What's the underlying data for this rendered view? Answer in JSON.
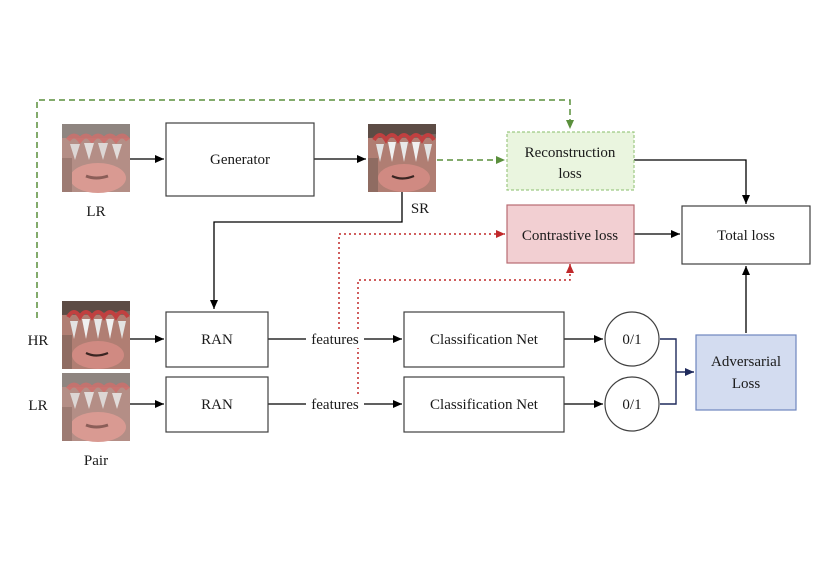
{
  "colors": {
    "recon_fill": "#eaf5df",
    "recon_stroke": "#9dc983",
    "contrastive_fill": "#f2cfd2",
    "contrastive_stroke": "#b86b72",
    "adversarial_fill": "#d3dcf0",
    "adversarial_stroke": "#6f86bd",
    "green_dash": "#5a8f3c",
    "red_dot": "#c0282a",
    "navy_arrow": "#1f2a5c"
  },
  "images": {
    "lr_top": {
      "label": "LR",
      "icon": "face-thumbnail-blurry"
    },
    "sr": {
      "label": "SR",
      "icon": "face-thumbnail-sharp"
    },
    "hr": {
      "label": "HR",
      "icon": "face-thumbnail-sharp"
    },
    "lr_pair": {
      "label": "LR",
      "icon": "face-thumbnail-blurry"
    },
    "pair_caption": "Pair"
  },
  "nodes": {
    "generator": "Generator",
    "reconstruction": [
      "Reconstruction",
      "loss"
    ],
    "contrastive": "Contrastive loss",
    "total": "Total loss",
    "ran_hr": "RAN",
    "ran_lr": "RAN",
    "features_hr": "features",
    "features_lr": "features",
    "class_hr": "Classification Net",
    "class_lr": "Classification Net",
    "out_hr": "0/1",
    "out_lr": "0/1",
    "adversarial": [
      "Adversarial",
      "Loss"
    ]
  }
}
